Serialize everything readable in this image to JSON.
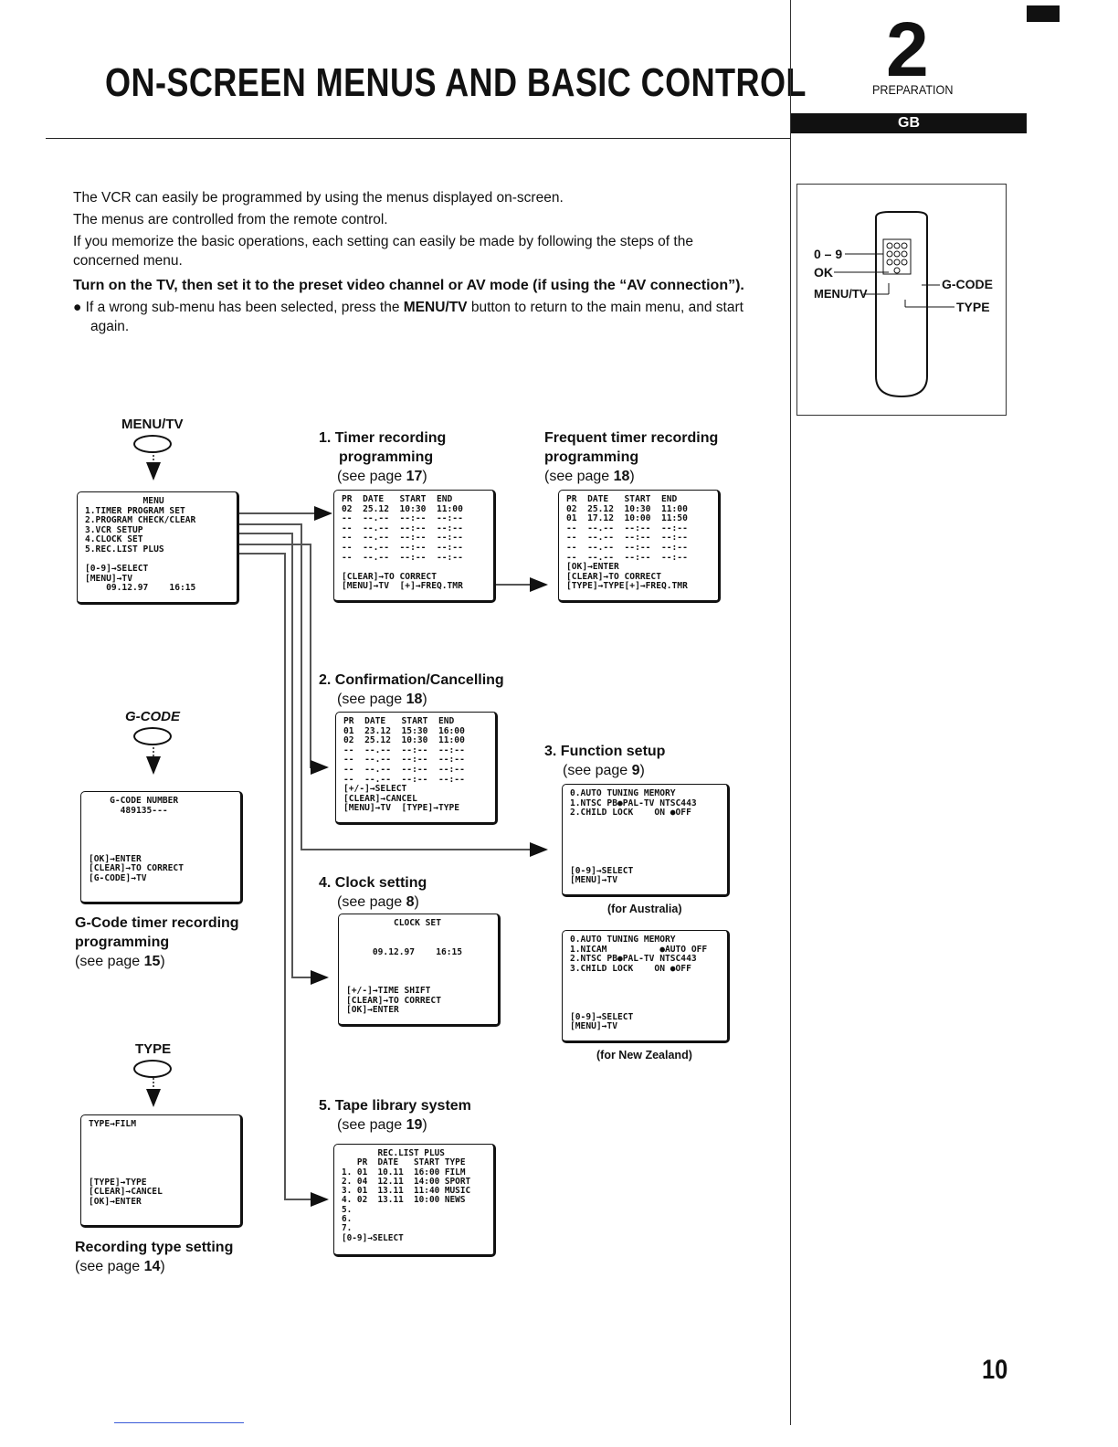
{
  "header": {
    "title": "ON-SCREEN MENUS AND BASIC CONTROL",
    "chapter_number": "2",
    "chapter_label": "PREPARATION",
    "region": "GB",
    "page_number": "10"
  },
  "intro": {
    "line1": "The VCR can easily be programmed by using the menus displayed on-screen.",
    "line2": "The menus are controlled from the remote control.",
    "line3": "If you memorize the basic operations, each setting can easily be made by following the steps of the concerned menu.",
    "bold_instruction": "Turn on the TV, then set it to the preset video channel or AV mode (if using the “AV connection”).",
    "bullet_pre": "If a wrong sub-menu has been selected, press the ",
    "bullet_key": "MENU/TV",
    "bullet_post": " button to return to the main menu, and start again."
  },
  "remote": {
    "label_09": "0 – 9",
    "label_ok": "OK",
    "label_menutv": "MENU/TV",
    "label_gcode": "G-CODE",
    "label_type": "TYPE"
  },
  "buttons": {
    "menutv": "MENU/TV",
    "gcode": "G-CODE",
    "type": "TYPE"
  },
  "screens": {
    "main_menu": "           MENU\n1.TIMER PROGRAM SET\n2.PROGRAM CHECK/CLEAR\n3.VCR SETUP\n4.CLOCK SET\n5.REC.LIST PLUS\n\n[0-9]→SELECT\n[MENU]→TV\n    09.12.97    16:15",
    "gcode": "    G-CODE NUMBER\n      489135---\n\n\n\n\n[OK]→ENTER\n[CLEAR]→TO CORRECT\n[G-CODE]→TV",
    "type": "TYPE→FILM\n\n\n\n\n\n[TYPE]→TYPE\n[CLEAR]→CANCEL\n[OK]→ENTER",
    "timer": "PR  DATE   START  END\n02  25.12  10:30  11:00\n--  --.--  --:--  --:--\n--  --.--  --:--  --:--\n--  --.--  --:--  --:--\n--  --.--  --:--  --:--\n--  --.--  --:--  --:--\n\n[CLEAR]→TO CORRECT\n[MENU]→TV  [+]→FREQ.TMR",
    "frequent": "PR  DATE   START  END\n02  25.12  10:30  11:00\n01  17.12  10:00  11:50\n--  --.--  --:--  --:--\n--  --.--  --:--  --:--\n--  --.--  --:--  --:--\n--  --.--  --:--  --:--\n[OK]→ENTER\n[CLEAR]→TO CORRECT\n[TYPE]→TYPE[+]→FREQ.TMR",
    "confirm": "PR  DATE   START  END\n01  23.12  15:30  16:00\n02  25.12  10:30  11:00\n--  --.--  --:--  --:--\n--  --.--  --:--  --:--\n--  --.--  --:--  --:--\n--  --.--  --:--  --:--\n[+/-]→SELECT\n[CLEAR]→CANCEL\n[MENU]→TV  [TYPE]→TYPE",
    "clock": "         CLOCK SET\n\n\n     09.12.97    16:15\n\n\n\n[+/-]→TIME SHIFT\n[CLEAR]→TO CORRECT\n[OK]→ENTER",
    "func_au": "0.AUTO TUNING MEMORY\n1.NTSC PB●PAL-TV NTSC443\n2.CHILD LOCK    ON ●OFF\n\n\n\n\n\n[0-9]→SELECT\n[MENU]→TV",
    "func_nz": "0.AUTO TUNING MEMORY\n1.NICAM          ●AUTO OFF\n2.NTSC PB●PAL-TV NTSC443\n3.CHILD LOCK    ON ●OFF\n\n\n\n\n[0-9]→SELECT\n[MENU]→TV",
    "tape": "       REC.LIST PLUS\n   PR  DATE   START TYPE\n1. 01  10.11  16:00 FILM\n2. 04  12.11  14:00 SPORT\n3. 01  13.11  11:40 MUSIC\n4. 02  13.11  10:00 NEWS\n5.\n6.\n7.\n[0-9]→SELECT"
  },
  "sections": {
    "timer": {
      "num": "1.",
      "title_l1": "Timer recording",
      "title_l2": "programming",
      "see": "(see page ",
      "page": "17",
      "close": ")"
    },
    "frequent": {
      "title_l1": "Frequent timer recording",
      "title_l2": "programming",
      "see": "(see page ",
      "page": "18",
      "close": ")"
    },
    "confirm": {
      "num": "2.",
      "title": "Confirmation/Cancelling",
      "see": "(see page ",
      "page": "18",
      "close": ")"
    },
    "function": {
      "num": "3.",
      "title": "Function setup",
      "see": "(see page ",
      "page": "9",
      "close": ")"
    },
    "clock": {
      "num": "4.",
      "title": "Clock setting",
      "see": "(see page ",
      "page": "8",
      "close": ")"
    },
    "tape": {
      "num": "5.",
      "title": "Tape library system",
      "see": "(see page ",
      "page": "19",
      "close": ")"
    },
    "gcode": {
      "title_l1": "G-Code timer recording",
      "title_l2": "programming",
      "see": "(see page ",
      "page": "15",
      "close": ")"
    },
    "type": {
      "title": "Recording type setting",
      "see": "(see page ",
      "page": "14",
      "close": ")"
    }
  },
  "notes": {
    "australia": "(for Australia)",
    "new_zealand": "(for New Zealand)"
  }
}
